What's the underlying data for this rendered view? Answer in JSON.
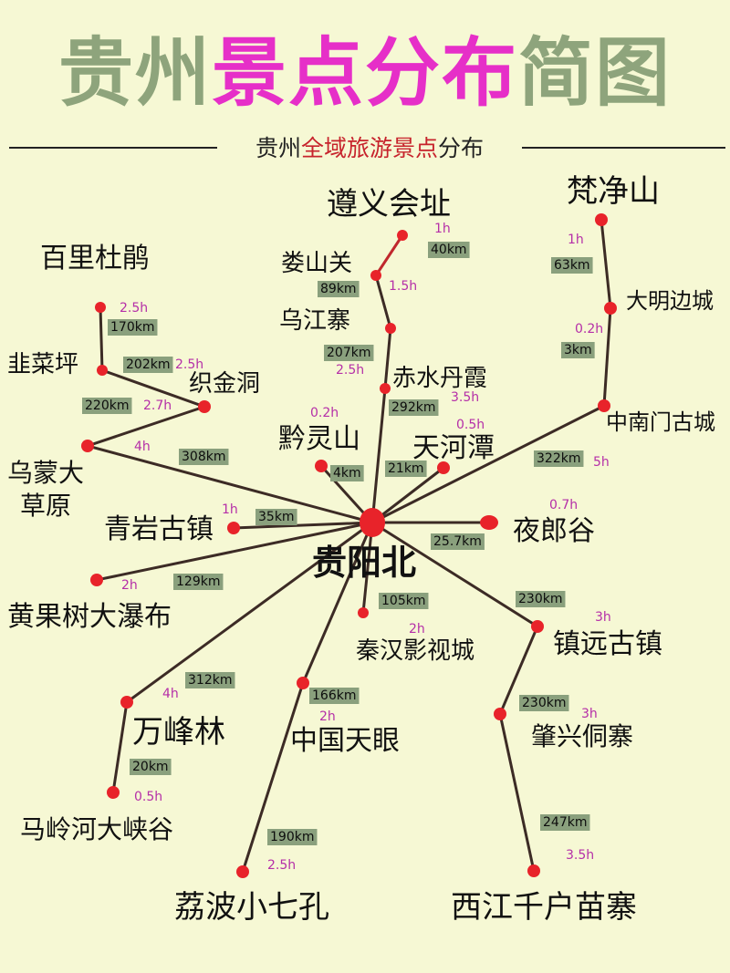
{
  "title": {
    "part1": "贵州",
    "part2": "景点分布",
    "part3": "简图",
    "color1": "#8ea47c",
    "color2": "#e62fc8",
    "color3": "#8ea47c"
  },
  "subtitle": {
    "part1": "贵州",
    "part2": "全域旅游景点",
    "part3": "分布",
    "accent": "#c7232c"
  },
  "hub": {
    "name": "贵阳北"
  },
  "places": [
    {
      "id": "zunyi",
      "name": "遵义会址"
    },
    {
      "id": "loushanguan",
      "name": "娄山关"
    },
    {
      "id": "wujiangzhai",
      "name": "乌江寨"
    },
    {
      "id": "chishui",
      "name": "赤水丹霞"
    },
    {
      "id": "fanjingshan",
      "name": "梵净山"
    },
    {
      "id": "daming",
      "name": "大明边城"
    },
    {
      "id": "zhongnanmen",
      "name": "中南门古城"
    },
    {
      "id": "baili",
      "name": "百里杜鹃"
    },
    {
      "id": "jiucaiping",
      "name": "韭菜坪"
    },
    {
      "id": "zhijin",
      "name": "织金洞"
    },
    {
      "id": "wumeng1",
      "name": "乌蒙大"
    },
    {
      "id": "wumeng2",
      "name": "草原"
    },
    {
      "id": "qianling",
      "name": "黔灵山"
    },
    {
      "id": "tianhetan",
      "name": "天河潭"
    },
    {
      "id": "qingyan",
      "name": "青岩古镇"
    },
    {
      "id": "yelang",
      "name": "夜郎谷"
    },
    {
      "id": "huangguoshu",
      "name": "黄果树大瀑布"
    },
    {
      "id": "qinhan",
      "name": "秦汉影视城"
    },
    {
      "id": "zhenyuan",
      "name": "镇远古镇"
    },
    {
      "id": "wanfeng",
      "name": "万峰林"
    },
    {
      "id": "zhongguotianyan",
      "name": "中国天眼"
    },
    {
      "id": "zhaoxing",
      "name": "肇兴侗寨"
    },
    {
      "id": "malinghe",
      "name": "马岭河大峡谷"
    },
    {
      "id": "libo",
      "name": "荔波小七孔"
    },
    {
      "id": "xijiang",
      "name": "西江千户苗寨"
    }
  ],
  "distances": [
    {
      "id": "d1",
      "text": "40km"
    },
    {
      "id": "d2",
      "text": "89km"
    },
    {
      "id": "d3",
      "text": "207km"
    },
    {
      "id": "d4",
      "text": "292km"
    },
    {
      "id": "d5",
      "text": "63km"
    },
    {
      "id": "d6",
      "text": "3km"
    },
    {
      "id": "d7",
      "text": "322km"
    },
    {
      "id": "d8",
      "text": "170km"
    },
    {
      "id": "d9",
      "text": "202km"
    },
    {
      "id": "d10",
      "text": "220km"
    },
    {
      "id": "d11",
      "text": "308km"
    },
    {
      "id": "d12",
      "text": "4km"
    },
    {
      "id": "d13",
      "text": "21km"
    },
    {
      "id": "d14",
      "text": "35km"
    },
    {
      "id": "d15",
      "text": "25.7km"
    },
    {
      "id": "d16",
      "text": "129km"
    },
    {
      "id": "d17",
      "text": "105km"
    },
    {
      "id": "d18",
      "text": "230km"
    },
    {
      "id": "d19",
      "text": "312km"
    },
    {
      "id": "d20",
      "text": "166km"
    },
    {
      "id": "d21",
      "text": "230km"
    },
    {
      "id": "d22",
      "text": "20km"
    },
    {
      "id": "d23",
      "text": "190km"
    },
    {
      "id": "d24",
      "text": "247km"
    }
  ],
  "times": [
    {
      "id": "t1",
      "text": "1h"
    },
    {
      "id": "t2",
      "text": "1.5h"
    },
    {
      "id": "t3",
      "text": "2.5h"
    },
    {
      "id": "t4",
      "text": "3.5h"
    },
    {
      "id": "t5",
      "text": "1h"
    },
    {
      "id": "t6",
      "text": "0.2h"
    },
    {
      "id": "t7",
      "text": "5h"
    },
    {
      "id": "t8",
      "text": "2.5h"
    },
    {
      "id": "t9",
      "text": "2.5h"
    },
    {
      "id": "t10",
      "text": "2.7h"
    },
    {
      "id": "t11",
      "text": "4h"
    },
    {
      "id": "t12",
      "text": "0.2h"
    },
    {
      "id": "t13",
      "text": "0.5h"
    },
    {
      "id": "t14",
      "text": "1h"
    },
    {
      "id": "t15",
      "text": "0.7h"
    },
    {
      "id": "t16",
      "text": "2h"
    },
    {
      "id": "t17",
      "text": "2h"
    },
    {
      "id": "t18",
      "text": "3h"
    },
    {
      "id": "t19",
      "text": "4h"
    },
    {
      "id": "t20",
      "text": "2h"
    },
    {
      "id": "t21",
      "text": "3h"
    },
    {
      "id": "t22",
      "text": "0.5h"
    },
    {
      "id": "t23",
      "text": "2.5h"
    },
    {
      "id": "t24",
      "text": "3.5h"
    }
  ]
}
